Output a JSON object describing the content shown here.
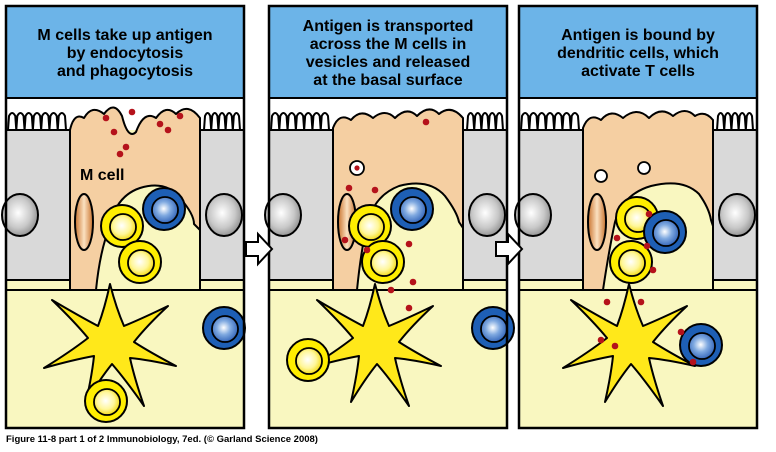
{
  "panels": [
    {
      "title_lines": [
        "M cells take up antigen",
        "by endocytosis",
        "and phagocytosis"
      ],
      "mcell_label": "M cell"
    },
    {
      "title_lines": [
        "Antigen is transported",
        "across the M cells in",
        "vesicles and released",
        "at the basal surface"
      ]
    },
    {
      "title_lines": [
        "Antigen is bound by",
        "dendritic cells, which",
        "activate T cells"
      ]
    }
  ],
  "caption": "Figure 11-8 part 1 of 2  Immunobiology, 7ed. (© Garland Science 2008)",
  "colors": {
    "header_bg": "#6cb4e8",
    "tissue_bg": "#f9f7c0",
    "epithelial_cell": "#d9d9d9",
    "m_cell": "#f5cfa2",
    "lymphocyte_yellow": "#ffee00",
    "lymphocyte_blue": "#1e5fb5",
    "dendritic_cell": "#ffe81a",
    "antigen": "#b5121b"
  }
}
